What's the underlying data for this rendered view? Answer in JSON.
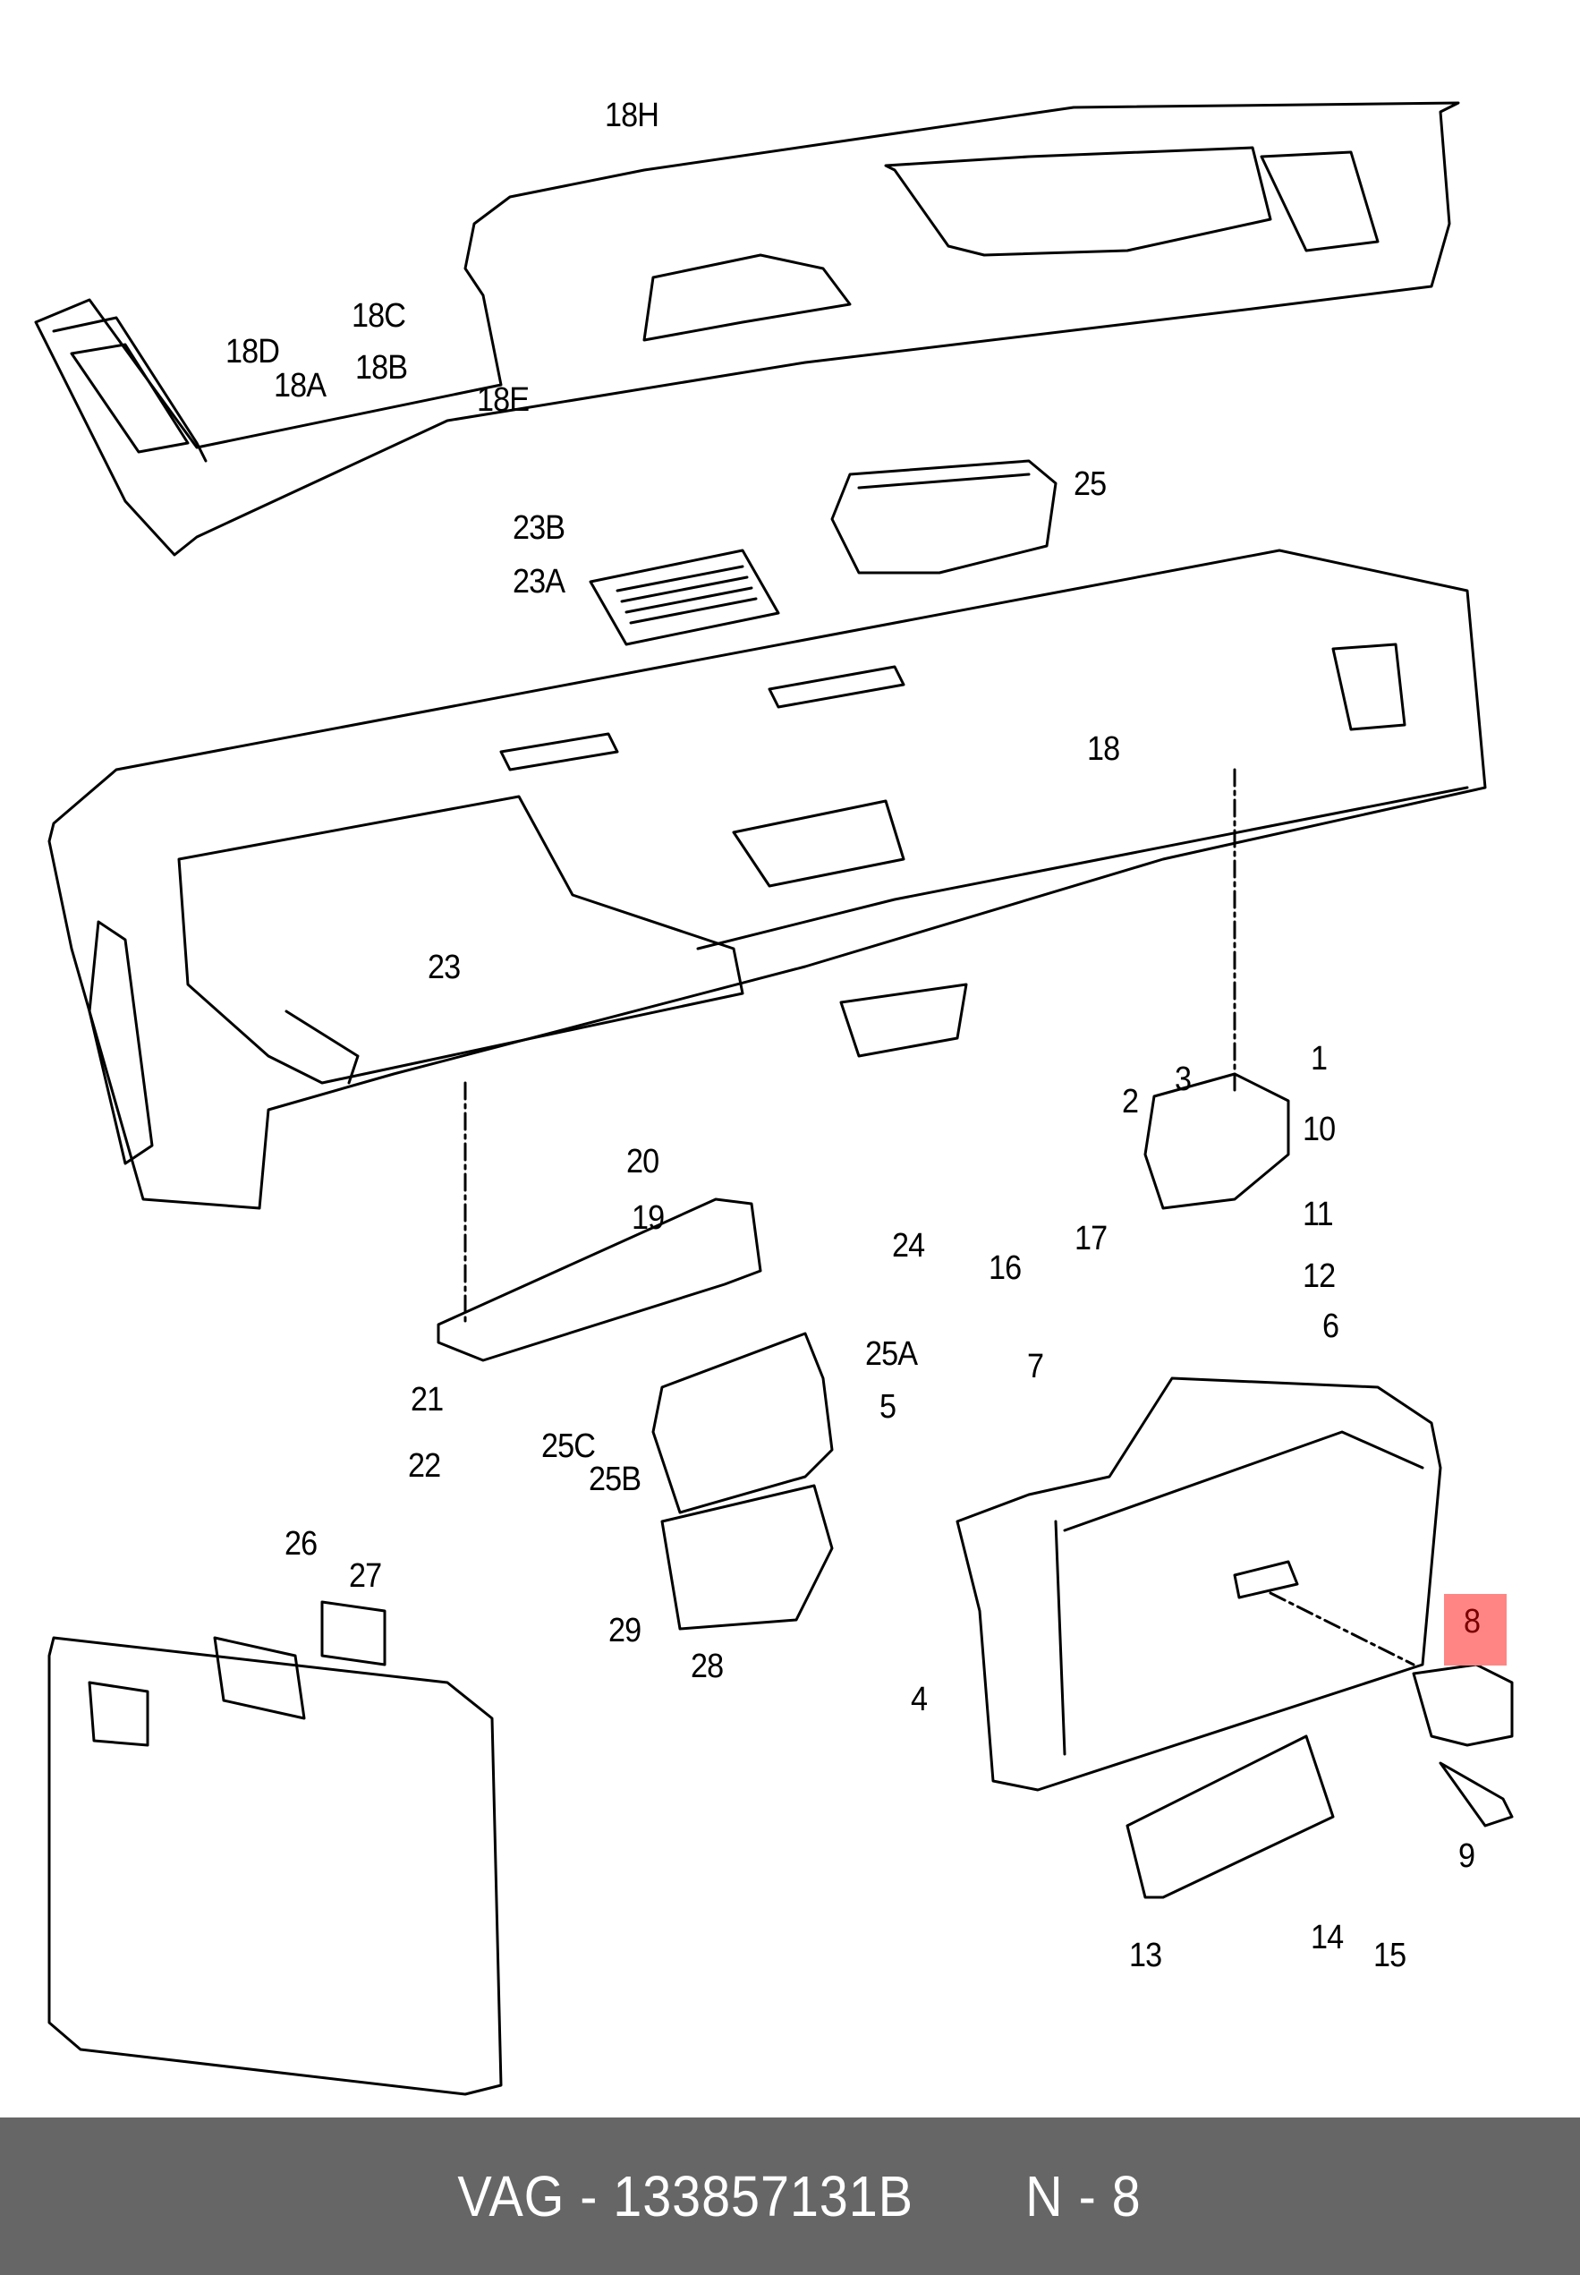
{
  "diagram": {
    "highlight_color": "#ff8585",
    "highlighted_part": "8",
    "callouts": [
      "18H",
      "18C",
      "18B",
      "18D",
      "18A",
      "18E",
      "25",
      "23B",
      "23A",
      "18",
      "23",
      "1",
      "2",
      "3",
      "10",
      "11",
      "12",
      "20",
      "19",
      "24",
      "16",
      "17",
      "6",
      "7",
      "25A",
      "5",
      "21",
      "22",
      "25C",
      "25B",
      "29",
      "28",
      "26",
      "27",
      "4",
      "8",
      "9",
      "13",
      "14",
      "15"
    ]
  },
  "footer": {
    "brand": "VAG - 133857131B",
    "position": "N - 8",
    "background": "#666666"
  }
}
